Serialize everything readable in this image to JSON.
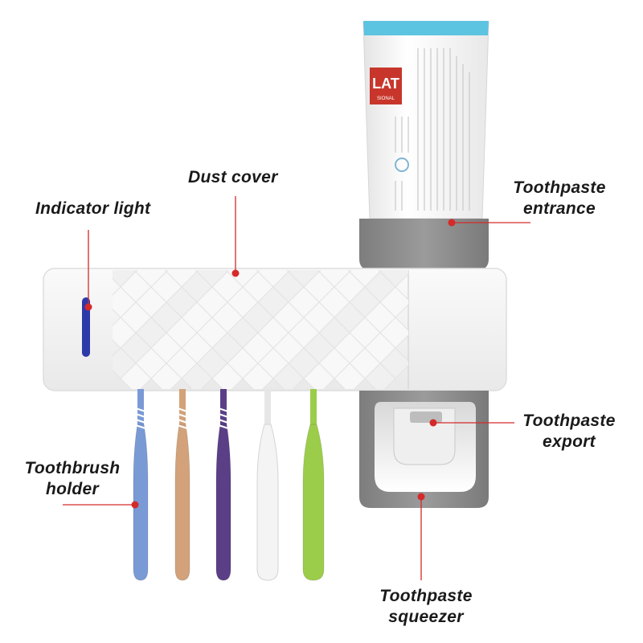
{
  "labels": {
    "dust_cover": "Dust cover",
    "indicator_light": "Indicator light",
    "toothpaste_entrance": [
      "Toothpaste",
      "entrance"
    ],
    "toothpaste_export": [
      "Toothpaste",
      "export"
    ],
    "toothbrush_holder": [
      "Toothbrush",
      "holder"
    ],
    "toothpaste_squeezer": [
      "Toothpaste",
      "squeezer"
    ]
  },
  "tube": {
    "brand_text": "LAT",
    "brand_sub": "SIONAL"
  },
  "colors": {
    "callout": "#d42a2a",
    "indicator": "#2b3aa8",
    "tube_cap": "#5cc3e0",
    "tube_brand": "#c8362b",
    "holder_body": "#f3f3f3",
    "dispenser_gray": "#8f8f8f",
    "brushes": [
      "#7a9ad6",
      "#d3a27a",
      "#5a3f87",
      "#f4f4f4",
      "#9ccd4a"
    ]
  }
}
